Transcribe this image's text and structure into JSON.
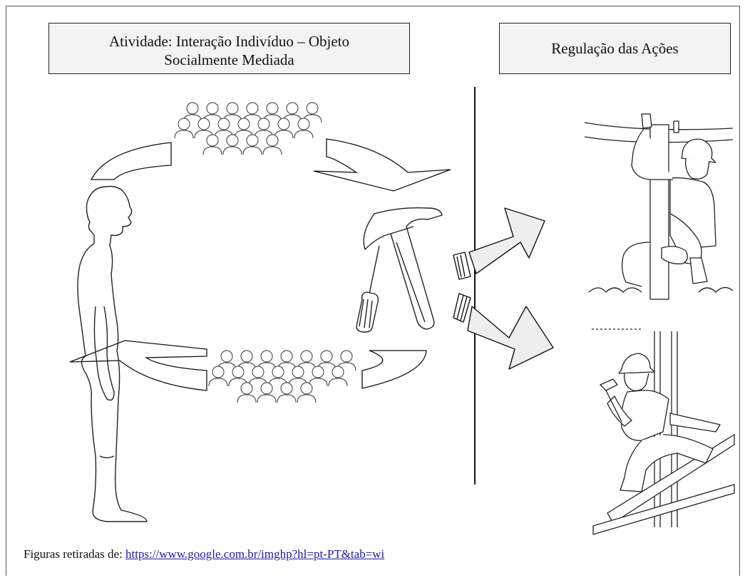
{
  "header": {
    "left_title_line1": "Atividade: Interação Indivíduo – Objeto",
    "left_title_line2": "Socialmente Mediada",
    "right_title": "Regulação das Ações"
  },
  "caption": {
    "label": "Figuras retiradas de: ",
    "link_text": "https://www.google.com.br/imghp?hl=pt-PT&tab=wi"
  },
  "icons": {
    "person": "standing-person-icon",
    "crowd": "crowd-icon",
    "tools": "hammer-screwdriver-icon",
    "worker_top": "pole-worker-icon",
    "worker_bottom": "scaffold-worker-icon"
  }
}
